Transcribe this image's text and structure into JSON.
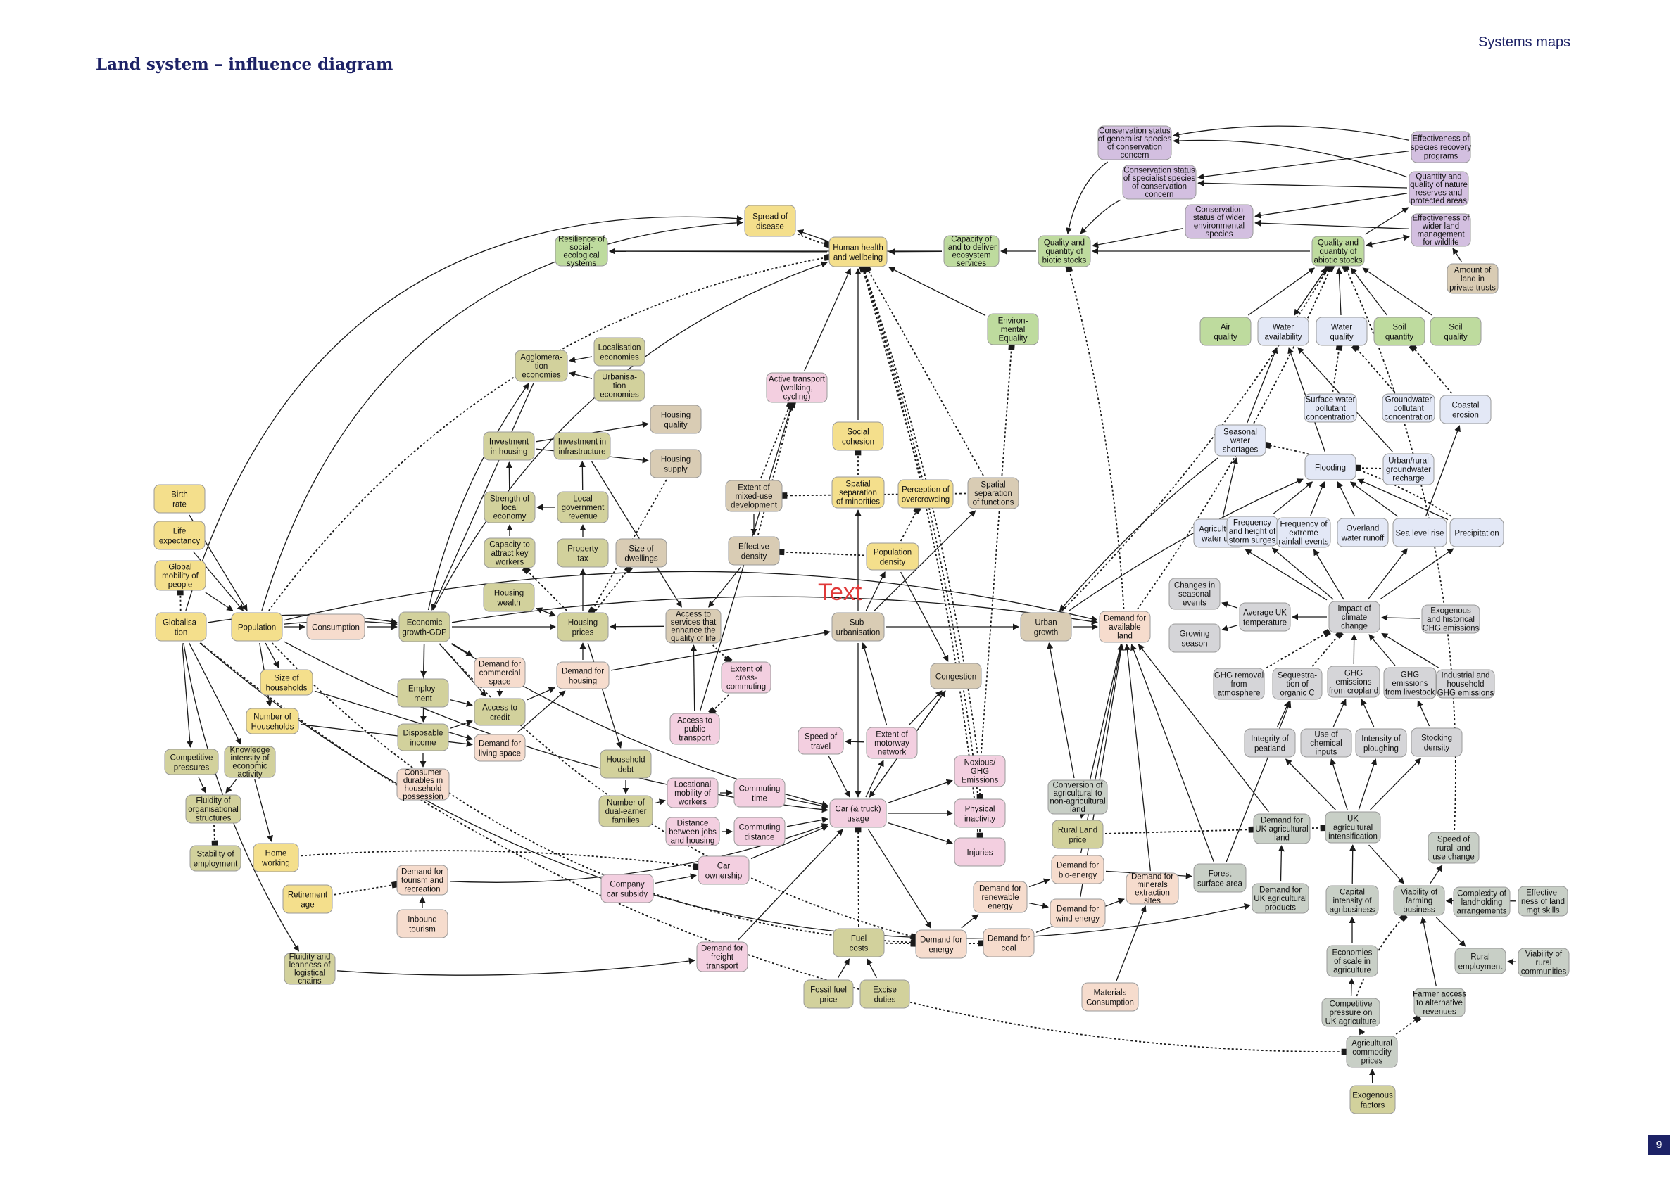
{
  "header": {
    "title": "Land system – influence diagram",
    "section": "Systems maps",
    "page_number": "9"
  },
  "overlay_text": "Text",
  "colors": {
    "yellow": "#f4df8c",
    "olive": "#d2d19c",
    "tan": "#d9ccb4",
    "pink": "#f3cfe0",
    "salmon": "#f6dccd",
    "green": "#bedb9e",
    "purple": "#d3bfe0",
    "blue": "#e3e8f6",
    "grey": "#d5d5d8",
    "greygreen": "#c8cfc6"
  },
  "nodes": [
    {
      "id": "spread",
      "label": "Spread of\ndisease",
      "color": "yellow"
    },
    {
      "id": "resil",
      "label": "Resilience of\nsocial-\necological\nsystems",
      "color": "green"
    },
    {
      "id": "health",
      "label": "Human health\nand wellbeing",
      "color": "yellow"
    },
    {
      "id": "capacity",
      "label": "Capacity of\nland to deliver\necosystem\nservices",
      "color": "green"
    },
    {
      "id": "biotic",
      "label": "Quality and\nquantity of\nbiotic stocks",
      "color": "green"
    },
    {
      "id": "cs_gen",
      "label": "Conservation status\nof generalist species\nof conservation\nconcern",
      "color": "purple"
    },
    {
      "id": "cs_spec",
      "label": "Conservation status\nof specialist species\nof conservation\nconcern",
      "color": "purple"
    },
    {
      "id": "cs_wider",
      "label": "Conservation\nstatus of wider\nenvironmental\nspecies",
      "color": "purple"
    },
    {
      "id": "eff_rec",
      "label": "Effectiveness of\nspecies recovery\nprograms",
      "color": "purple"
    },
    {
      "id": "qq_res",
      "label": "Quantity and\nquality of nature\nreserves and\nprotected areas",
      "color": "purple"
    },
    {
      "id": "eff_wider",
      "label": "Effectiveness of\nwider land\nmanagement\nfor wildlife",
      "color": "purple"
    },
    {
      "id": "abiotic",
      "label": "Quality and\nquantity of\nabiotic stocks",
      "color": "green"
    },
    {
      "id": "trusts",
      "label": "Amount of\nland in\nprivate trusts",
      "color": "tan"
    },
    {
      "id": "env_eq",
      "label": "Environ-\nmental\nEquality",
      "color": "green"
    },
    {
      "id": "air",
      "label": "Air\nquality",
      "color": "green"
    },
    {
      "id": "wavail",
      "label": "Water\navailability",
      "color": "blue"
    },
    {
      "id": "wqual",
      "label": "Water\nquality",
      "color": "blue"
    },
    {
      "id": "soilq",
      "label": "Soil\nquantity",
      "color": "green"
    },
    {
      "id": "soilqual",
      "label": "Soil\nquality",
      "color": "green"
    },
    {
      "id": "swp",
      "label": "Surface water\npollutant\nconcentration",
      "color": "blue"
    },
    {
      "id": "gwp",
      "label": "Groundwater\npollutant\nconcentration",
      "color": "blue"
    },
    {
      "id": "coast",
      "label": "Coastal\nerosion",
      "color": "blue"
    },
    {
      "id": "seasonal",
      "label": "Seasonal\nwater\nshortages",
      "color": "blue"
    },
    {
      "id": "flood",
      "label": "Flooding",
      "color": "blue"
    },
    {
      "id": "urbanrech",
      "label": "Urban/rural\ngroundwater\nrecharge",
      "color": "blue"
    },
    {
      "id": "agwater",
      "label": "Agricultural\nwater use",
      "color": "blue"
    },
    {
      "id": "storm",
      "label": "Frequency\nand height of\nstorm surges",
      "color": "blue"
    },
    {
      "id": "rainfall",
      "label": "Frequency of\nextreme\nrainfall events",
      "color": "blue"
    },
    {
      "id": "runoff",
      "label": "Overland\nwater runoff",
      "color": "blue"
    },
    {
      "id": "sealevel",
      "label": "Sea level rise",
      "color": "blue"
    },
    {
      "id": "precip",
      "label": "Precipitation",
      "color": "blue"
    },
    {
      "id": "chseason",
      "label": "Changes in\nseasonal\nevents",
      "color": "grey"
    },
    {
      "id": "growing",
      "label": "Growing\nseason",
      "color": "grey"
    },
    {
      "id": "avgtemp",
      "label": "Average UK\ntemperature",
      "color": "grey"
    },
    {
      "id": "climate",
      "label": "Impact of\nclimate\nchange",
      "color": "grey"
    },
    {
      "id": "exoghg",
      "label": "Exogenous\nand historical\nGHG emissions",
      "color": "grey"
    },
    {
      "id": "ghgrem",
      "label": "GHG removal\nfrom\natmosphere",
      "color": "grey"
    },
    {
      "id": "seqc",
      "label": "Sequestra-\ntion of\norganic C",
      "color": "grey"
    },
    {
      "id": "ghgcrop",
      "label": "GHG\nemissions\nfrom cropland",
      "color": "grey"
    },
    {
      "id": "ghglive",
      "label": "GHG\nemissions\nfrom livestock",
      "color": "grey"
    },
    {
      "id": "indghg",
      "label": "Industrial and\nhousehold\nGHG emissions",
      "color": "grey"
    },
    {
      "id": "peat",
      "label": "Integrity of\npeatland",
      "color": "grey"
    },
    {
      "id": "chem",
      "label": "Use of\nchemical\ninputs",
      "color": "grey"
    },
    {
      "id": "plough",
      "label": "Intensity of\nploughing",
      "color": "grey"
    },
    {
      "id": "stock",
      "label": "Stocking\ndensity",
      "color": "grey"
    },
    {
      "id": "ukland",
      "label": "Demand for\nUK agricultural\nland",
      "color": "greygreen"
    },
    {
      "id": "ukint",
      "label": "UK\nagricultural\nintensification",
      "color": "greygreen"
    },
    {
      "id": "speedrural",
      "label": "Speed of\nrural land\nuse change",
      "color": "greygreen"
    },
    {
      "id": "forest",
      "label": "Forest\nsurface area",
      "color": "greygreen"
    },
    {
      "id": "ukprod",
      "label": "Demand for\nUK agricultural\nproducts",
      "color": "greygreen"
    },
    {
      "id": "capint",
      "label": "Capital\nintensity of\nagribusiness",
      "color": "greygreen"
    },
    {
      "id": "viab",
      "label": "Viability of\nfarming\nbusiness",
      "color": "greygreen"
    },
    {
      "id": "complex",
      "label": "Complexity of\nlandholding\narrangements",
      "color": "greygreen"
    },
    {
      "id": "effskills",
      "label": "Effective-\nness of land\nmgt skills",
      "color": "greygreen"
    },
    {
      "id": "econscale",
      "label": "Economies\nof scale in\nagriculture",
      "color": "greygreen"
    },
    {
      "id": "ruralemp",
      "label": "Rural\nemployment",
      "color": "greygreen"
    },
    {
      "id": "viabrural",
      "label": "Viability of\nrural\ncommunities",
      "color": "greygreen"
    },
    {
      "id": "farmer",
      "label": "Farmer access\nto alternative\nrevenues",
      "color": "greygreen"
    },
    {
      "id": "comppress",
      "label": "Competitive\npressure on\nUK agriculture",
      "color": "greygreen"
    },
    {
      "id": "agprice",
      "label": "Agricultural\ncommodity\nprices",
      "color": "greygreen"
    },
    {
      "id": "exofac",
      "label": "Exogenous\nfactors",
      "color": "olive"
    },
    {
      "id": "birth",
      "label": "Birth\nrate",
      "color": "yellow"
    },
    {
      "id": "life",
      "label": "Life\nexpectancy",
      "color": "yellow"
    },
    {
      "id": "globmob",
      "label": "Global\nmobility of\npeople",
      "color": "yellow"
    },
    {
      "id": "global",
      "label": "Globalisa-\ntion",
      "color": "yellow"
    },
    {
      "id": "pop",
      "label": "Population",
      "color": "yellow"
    },
    {
      "id": "consump",
      "label": "Consumption",
      "color": "salmon"
    },
    {
      "id": "econ",
      "label": "Economic\ngrowth-GDP",
      "color": "olive"
    },
    {
      "id": "sizehh",
      "label": "Size of\nhouseholds",
      "color": "yellow"
    },
    {
      "id": "numhh",
      "label": "Number of\nHouseholds",
      "color": "yellow"
    },
    {
      "id": "comppr",
      "label": "Competitive\npressures",
      "color": "olive"
    },
    {
      "id": "knowl",
      "label": "Knowledge\nintensity of\neconomic\nactivity",
      "color": "olive"
    },
    {
      "id": "fluid",
      "label": "Fluidity of\norganisational\nstructures",
      "color": "olive"
    },
    {
      "id": "stab",
      "label": "Stability of\nemployment",
      "color": "olive"
    },
    {
      "id": "homew",
      "label": "Home\nworking",
      "color": "yellow"
    },
    {
      "id": "retire",
      "label": "Retirement\nage",
      "color": "yellow"
    },
    {
      "id": "fluidlog",
      "label": "Fluidity and\nleanness of\nlogistical\nchains",
      "color": "olive"
    },
    {
      "id": "employ",
      "label": "Employ-\nment",
      "color": "olive"
    },
    {
      "id": "dispinc",
      "label": "Disposable\nincome",
      "color": "olive"
    },
    {
      "id": "consdur",
      "label": "Consumer\ndurables in\nhousehold\npossession",
      "color": "salmon"
    },
    {
      "id": "demcomm",
      "label": "Demand for\ncommercial\nspace",
      "color": "salmon"
    },
    {
      "id": "credit",
      "label": "Access to\ncredit",
      "color": "olive"
    },
    {
      "id": "demliv",
      "label": "Demand for\nliving space",
      "color": "salmon"
    },
    {
      "id": "demtour",
      "label": "Demand for\ntourism and\nrecreation",
      "color": "salmon"
    },
    {
      "id": "inbound",
      "label": "Inbound\ntourism",
      "color": "salmon"
    },
    {
      "id": "agglom",
      "label": "Agglomera-\ntion\neconomies",
      "color": "olive"
    },
    {
      "id": "localis",
      "label": "Localisation\neconomies",
      "color": "olive"
    },
    {
      "id": "urbanis",
      "label": "Urbanisa-\ntion\neconomies",
      "color": "olive"
    },
    {
      "id": "hqual",
      "label": "Housing\nquality",
      "color": "tan"
    },
    {
      "id": "hsupply",
      "label": "Housing\nsupply",
      "color": "tan"
    },
    {
      "id": "invhouse",
      "label": "Investment\nin housing",
      "color": "olive"
    },
    {
      "id": "invinfra",
      "label": "Investment in\ninfrastructure",
      "color": "olive"
    },
    {
      "id": "strength",
      "label": "Strength of\nlocal\neconomy",
      "color": "olive"
    },
    {
      "id": "localgov",
      "label": "Local\ngovernment\nrevenue",
      "color": "olive"
    },
    {
      "id": "capattr",
      "label": "Capacity to\nattract key\nworkers",
      "color": "olive"
    },
    {
      "id": "proptax",
      "label": "Property\ntax",
      "color": "olive"
    },
    {
      "id": "sizedw",
      "label": "Size of\ndwellings",
      "color": "tan"
    },
    {
      "id": "hwealth",
      "label": "Housing\nwealth",
      "color": "olive"
    },
    {
      "id": "hprices",
      "label": "Housing\nprices",
      "color": "olive"
    },
    {
      "id": "demhouse",
      "label": "Demand for\nhousing",
      "color": "salmon"
    },
    {
      "id": "hdebt",
      "label": "Household\ndebt",
      "color": "olive"
    },
    {
      "id": "dualearn",
      "label": "Number of\ndual-earner\nfamilies",
      "color": "olive"
    },
    {
      "id": "access",
      "label": "Access to\nservices that\nenhance the\nquality of life",
      "color": "tan"
    },
    {
      "id": "crosscomm",
      "label": "Extent of\ncross-\ncommuting",
      "color": "pink"
    },
    {
      "id": "pubtrans",
      "label": "Access to\npublic\ntransport",
      "color": "pink"
    },
    {
      "id": "locmob",
      "label": "Locational\nmobility of\nworkers",
      "color": "pink"
    },
    {
      "id": "distjob",
      "label": "Distance\nbetween jobs\nand housing",
      "color": "pink"
    },
    {
      "id": "commtime",
      "label": "Commuting\ntime",
      "color": "pink"
    },
    {
      "id": "commdist",
      "label": "Commuting\ndistance",
      "color": "pink"
    },
    {
      "id": "carown",
      "label": "Car\nownership",
      "color": "pink"
    },
    {
      "id": "compcar",
      "label": "Company\ncar subsidy",
      "color": "pink"
    },
    {
      "id": "freight",
      "label": "Demand for\nfreight\ntransport",
      "color": "pink"
    },
    {
      "id": "activetr",
      "label": "Active transport\n(walking,\ncycling)",
      "color": "pink"
    },
    {
      "id": "socialc",
      "label": "Social\ncohesion",
      "color": "yellow"
    },
    {
      "id": "spatmin",
      "label": "Spatial\nseparation\nof minorities",
      "color": "yellow"
    },
    {
      "id": "percov",
      "label": "Perception of\novercrowding",
      "color": "yellow"
    },
    {
      "id": "spatfun",
      "label": "Spatial\nseparation\nof functions",
      "color": "tan"
    },
    {
      "id": "mixed",
      "label": "Extent of\nmixed-use\ndevelopment",
      "color": "tan"
    },
    {
      "id": "effdens",
      "label": "Effective\ndensity",
      "color": "tan"
    },
    {
      "id": "popdens",
      "label": "Population\ndensity",
      "color": "yellow"
    },
    {
      "id": "suburb",
      "label": "Sub-\nurbanisation",
      "color": "tan"
    },
    {
      "id": "speedtr",
      "label": "Speed of\ntravel",
      "color": "pink"
    },
    {
      "id": "motorway",
      "label": "Extent of\nmotorway\nnetwork",
      "color": "pink"
    },
    {
      "id": "car",
      "label": "Car (& truck)\nusage",
      "color": "pink"
    },
    {
      "id": "congest",
      "label": "Congestion",
      "color": "tan"
    },
    {
      "id": "noxious",
      "label": "Noxious/\nGHG\nEmissions",
      "color": "pink"
    },
    {
      "id": "physinact",
      "label": "Physical\ninactivity",
      "color": "pink"
    },
    {
      "id": "injuries",
      "label": "Injuries",
      "color": "pink"
    },
    {
      "id": "fuel",
      "label": "Fuel\ncosts",
      "color": "olive"
    },
    {
      "id": "fossil",
      "label": "Fossil fuel\nprice",
      "color": "olive"
    },
    {
      "id": "excise",
      "label": "Excise\nduties",
      "color": "olive"
    },
    {
      "id": "demenergy",
      "label": "Demand for\nenergy",
      "color": "salmon"
    },
    {
      "id": "demcoal",
      "label": "Demand for\ncoal",
      "color": "salmon"
    },
    {
      "id": "demrenew",
      "label": "Demand for\nrenewable\nenergy",
      "color": "salmon"
    },
    {
      "id": "demwind",
      "label": "Demand for\nwind energy",
      "color": "salmon"
    },
    {
      "id": "dembio",
      "label": "Demand for\nbio-energy",
      "color": "salmon"
    },
    {
      "id": "demmin",
      "label": "Demand for\nminerals\nextraction\nsites",
      "color": "salmon"
    },
    {
      "id": "matcons",
      "label": "Materials\nConsumption",
      "color": "salmon"
    },
    {
      "id": "urbgrowth",
      "label": "Urban\ngrowth",
      "color": "tan"
    },
    {
      "id": "demavail",
      "label": "Demand for\navailable\nland",
      "color": "salmon"
    },
    {
      "id": "convag",
      "label": "Conversion of\nagricultural to\nnon-agricultural\nland",
      "color": "greygreen"
    },
    {
      "id": "rlprice",
      "label": "Rural Land\nprice",
      "color": "olive"
    }
  ]
}
